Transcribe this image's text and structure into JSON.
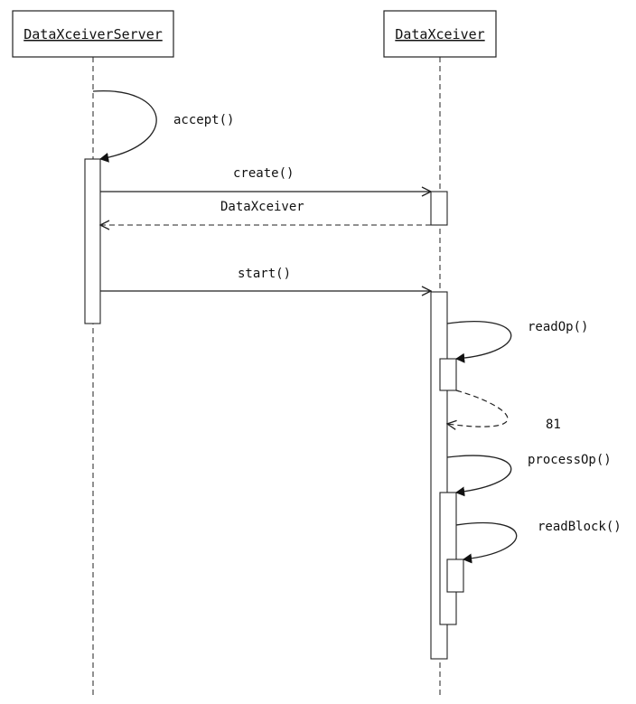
{
  "participants": {
    "server": "DataXceiverServer",
    "xceiver": "DataXceiver"
  },
  "messages": {
    "accept": "accept()",
    "create": "create()",
    "create_return": "DataXceiver",
    "start": "start()",
    "read_op": "readOp()",
    "read_op_return": "81",
    "process_op": "processOp()",
    "read_block": "readBlock()"
  },
  "colors": {
    "line": "#222222",
    "text": "#111111",
    "background": "#ffffff"
  }
}
